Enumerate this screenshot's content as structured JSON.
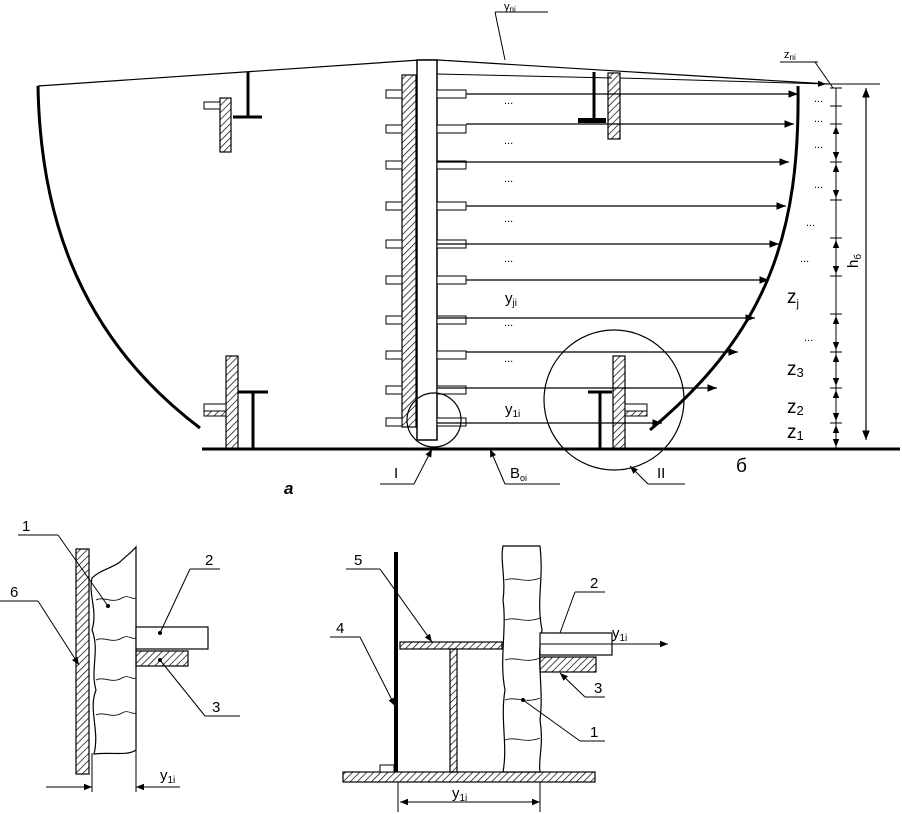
{
  "labels": {
    "y_ni": "y",
    "y_ni_sub": "ni",
    "z_ni": "z",
    "z_ni_sub": "ni",
    "h_b": "h",
    "h_b_sub": "б",
    "y_ji": "y",
    "y_ji_sub": "ji",
    "y_1i": "y",
    "y_1i_sub": "1i",
    "B_oi": "B",
    "B_oi_sub": "oi",
    "z_j": "z",
    "z_j_sub": "j",
    "z_3": "z",
    "z_3_sub": "3",
    "z_2": "z",
    "z_2_sub": "2",
    "z_1": "z",
    "z_1_sub": "1",
    "detail_I": "I",
    "detail_II": "II",
    "panel_a": "a",
    "panel_b": "б",
    "dots": "...",
    "y1_bottom_left": "y",
    "y1_bottom_left_sub": "1i",
    "y1_bottom_right": "y",
    "y1_bottom_right_sub": "1i",
    "y1_upper_right": "y",
    "y1_upper_right_sub": "1i"
  },
  "callouts_left": [
    "1",
    "2",
    "3",
    "6"
  ],
  "callouts_right": [
    "1",
    "2",
    "3",
    "4",
    "5"
  ]
}
